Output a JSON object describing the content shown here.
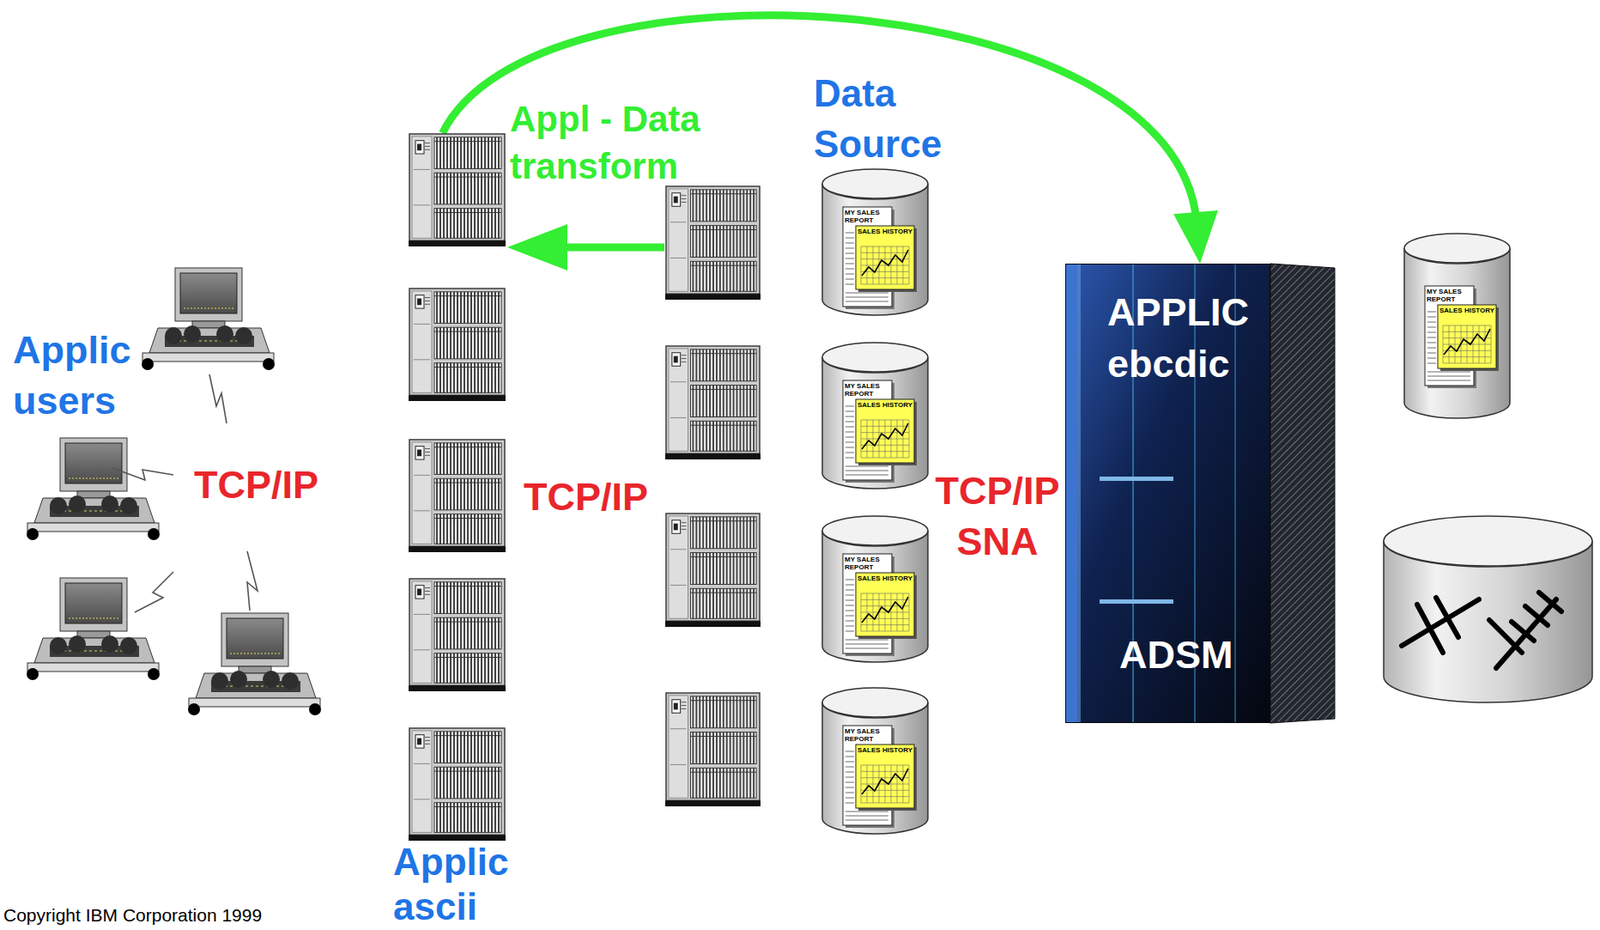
{
  "diagram": {
    "nodes": [
      {
        "text": [
          "Appl - Data transform"
        ]
      },
      {
        "text": [
          "Data Source",
          "MY SALES REPORT",
          "SALES HISTORY"
        ]
      },
      {
        "text": [
          "MY SALES REPORT",
          "SALES HISTORY"
        ]
      },
      {
        "text": [
          "MY SALES REPORT",
          "SALES HISTORY"
        ]
      },
      {
        "text": [
          "MY SALES REPORT",
          "SALES HISTORY"
        ]
      },
      {
        "text": [
          "APPLIC ebcdic",
          "ADSM"
        ]
      },
      {
        "text": [
          "MY SALES REPORT",
          "SALES HISTORY"
        ]
      }
    ],
    "edges": [
      {
        "from": 0,
        "to": 5,
        "arrow": "to"
      }
    ],
    "labels": [
      "Applic users",
      "TCP/IP",
      "TCP/IP",
      "TCP/IP SNA",
      "Applic ascii",
      "Copyright IBM Corporation 1999"
    ]
  }
}
